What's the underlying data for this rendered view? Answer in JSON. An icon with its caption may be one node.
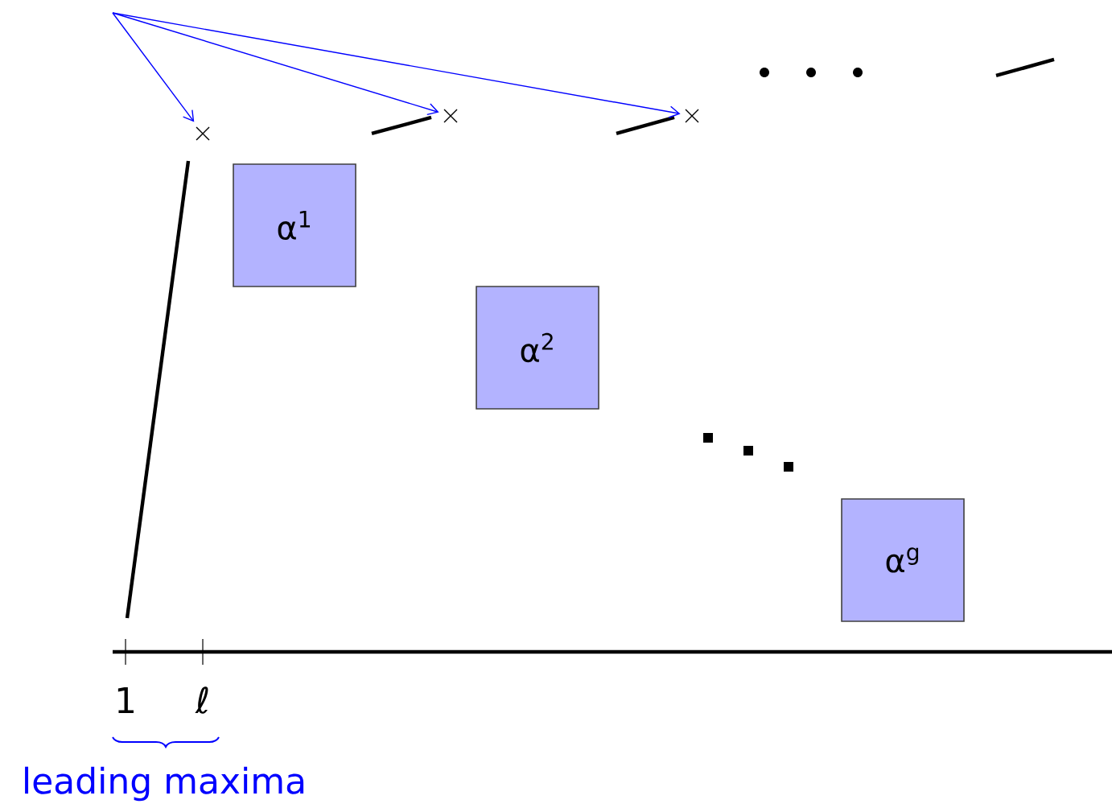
{
  "diagram": {
    "nodes": [
      {
        "text": [],
        "shape": "cross"
      },
      {
        "text": [],
        "shape": "cross"
      },
      {
        "text": [],
        "shape": "cross"
      },
      {
        "text": [
          "α$^{1}$"
        ]
      },
      {
        "text": [
          "α$^{2}$"
        ]
      },
      {
        "text": [
          "α$^{g}$"
        ]
      }
    ],
    "edges": [
      {
        "from": null,
        "to": 0,
        "arrow": "to",
        "color": "#0000ff"
      },
      {
        "from": null,
        "to": 1,
        "arrow": "to",
        "color": "#0000ff"
      },
      {
        "from": null,
        "to": 2,
        "arrow": "to",
        "color": "#0000ff"
      }
    ],
    "labels": [
      "1",
      "ℓ",
      "leading maxima"
    ]
  }
}
